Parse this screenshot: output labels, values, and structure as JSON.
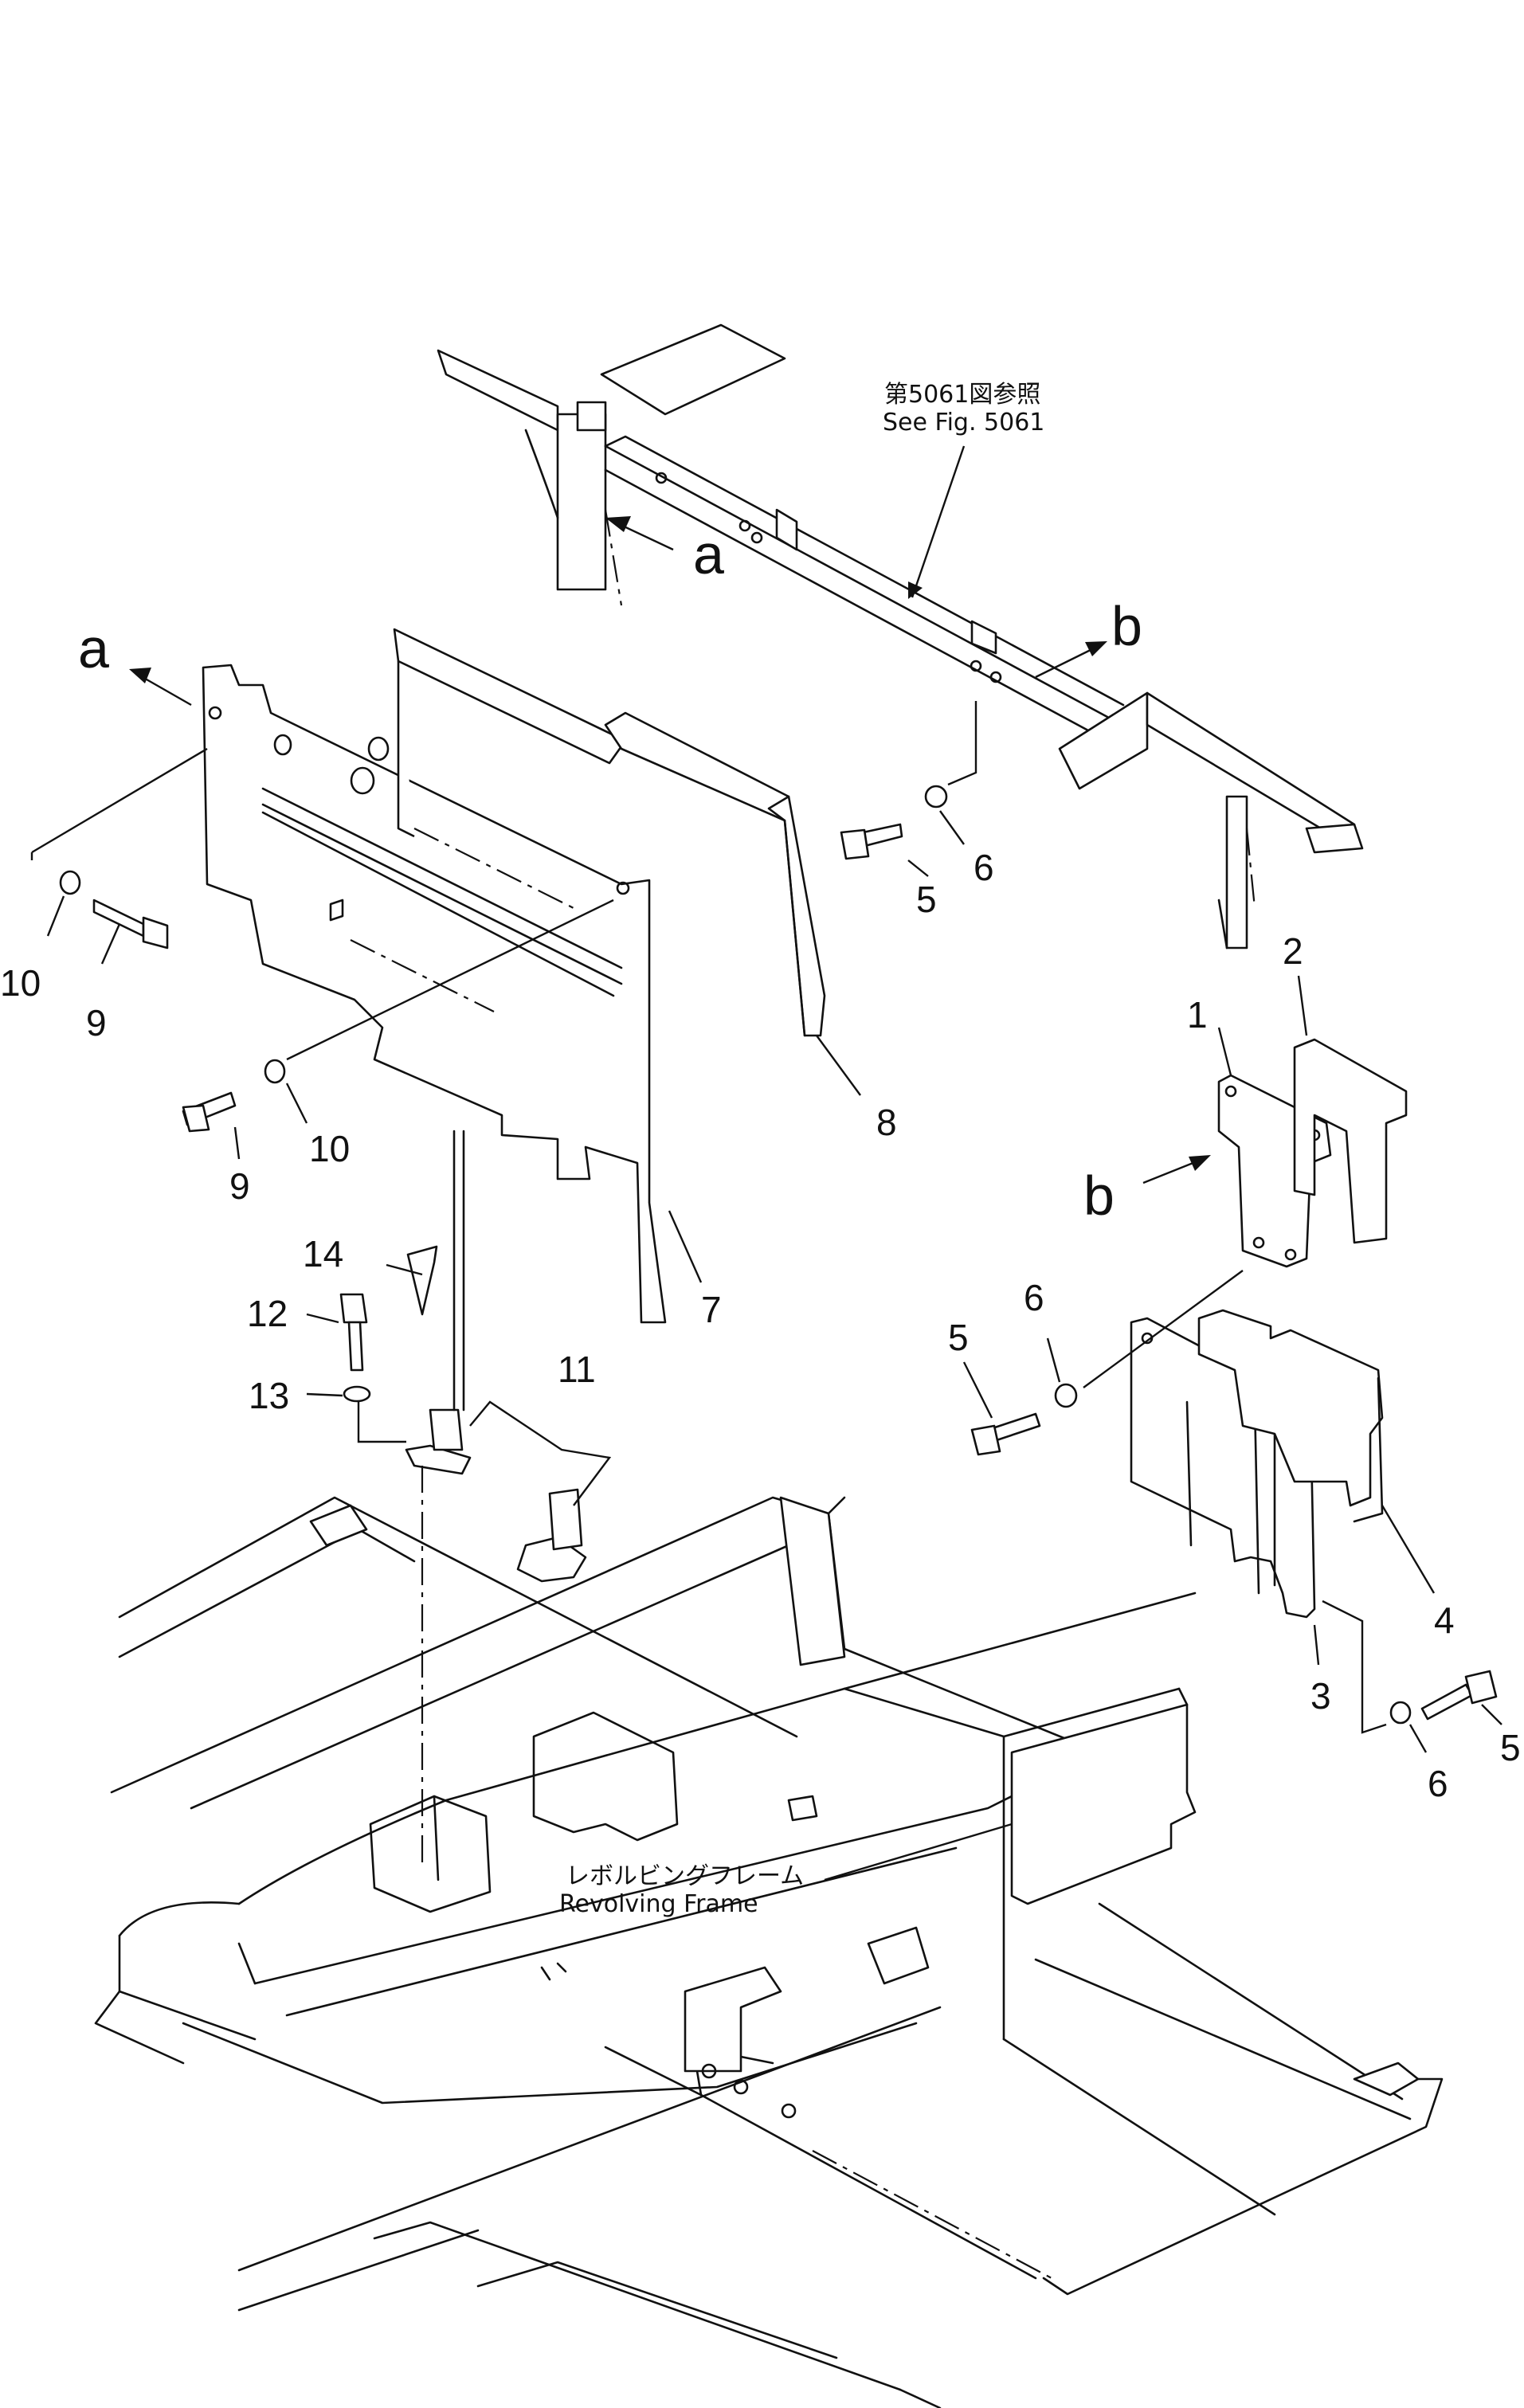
{
  "reference_note": {
    "line1": "第5061図参照",
    "line2": "See Fig. 5061"
  },
  "frame_label": {
    "line1": "レボルビングフレーム",
    "line2": "Revolving Frame"
  },
  "view_markers": {
    "a_top": "a",
    "a_left": "a",
    "b_top": "b",
    "b_right": "b"
  },
  "callouts": {
    "c1": "1",
    "c2": "2",
    "c3": "3",
    "c4": "4",
    "c5_upper": "5",
    "c6_upper": "6",
    "c5_mid": "5",
    "c6_mid": "6",
    "c5_lower": "5",
    "c6_lower": "6",
    "c7": "7",
    "c8": "8",
    "c9_upper": "9",
    "c10_upper": "10",
    "c9_lower": "9",
    "c10_lower": "10",
    "c11": "11",
    "c12": "12",
    "c13": "13",
    "c14": "14"
  }
}
